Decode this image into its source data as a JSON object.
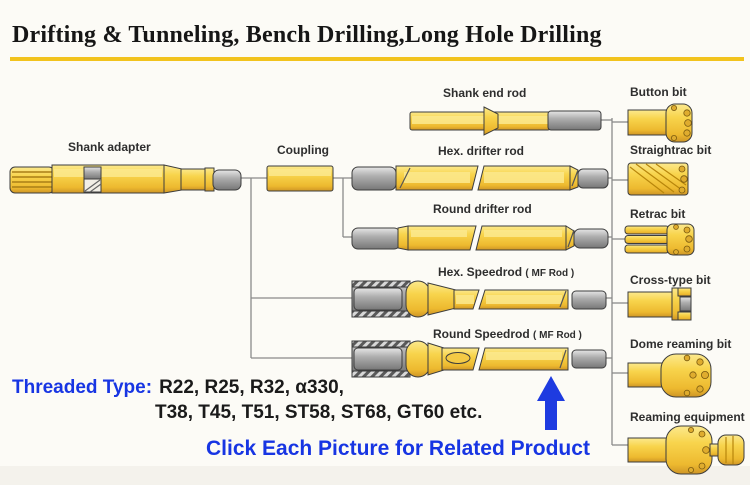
{
  "page": {
    "title": "Drifting & Tunneling, Bench Drilling,Long Hole Drilling",
    "title_underline_color": "#F2C31D",
    "background_color": "#FCFBF6"
  },
  "diagram": {
    "colors": {
      "rod_yellow": "#F8D44C",
      "steel_gray": "#9E9E9E",
      "outline": "#3D3D3D",
      "connector_line": "#8A8A8A"
    },
    "components": {
      "shank_adapter": {
        "label": "Shank adapter"
      },
      "coupling": {
        "label": "Coupling"
      },
      "shank_end_rod": {
        "label": "Shank end rod"
      },
      "hex_drifter_rod": {
        "label": "Hex. drifter rod"
      },
      "round_drifter_rod": {
        "label": "Round drifter rod"
      },
      "hex_speedrod": {
        "label": "Hex. Speedrod",
        "suffix": "( MF Rod )"
      },
      "round_speedrod": {
        "label": "Round Speedrod",
        "suffix": "( MF Rod )"
      },
      "button_bit": {
        "label": "Button bit"
      },
      "straightrac_bit": {
        "label": "Straightrac bit"
      },
      "retrac_bit": {
        "label": "Retrac bit"
      },
      "cross_type_bit": {
        "label": "Cross-type bit"
      },
      "dome_reaming_bit": {
        "label": "Dome reaming bit"
      },
      "reaming_equipment": {
        "label": "Reaming equipment"
      }
    }
  },
  "footer": {
    "threaded_type_label": "Threaded Type:",
    "threaded_type_line1": "R22, R25, R32, α330,",
    "threaded_type_line2": "T38, T45, T51, ST58, ST68, GT60 etc.",
    "cta_text": "Click Each Picture for Related Product",
    "accent_blue": "#1735E3",
    "arrow_icon_color": "#1E3BE0"
  }
}
